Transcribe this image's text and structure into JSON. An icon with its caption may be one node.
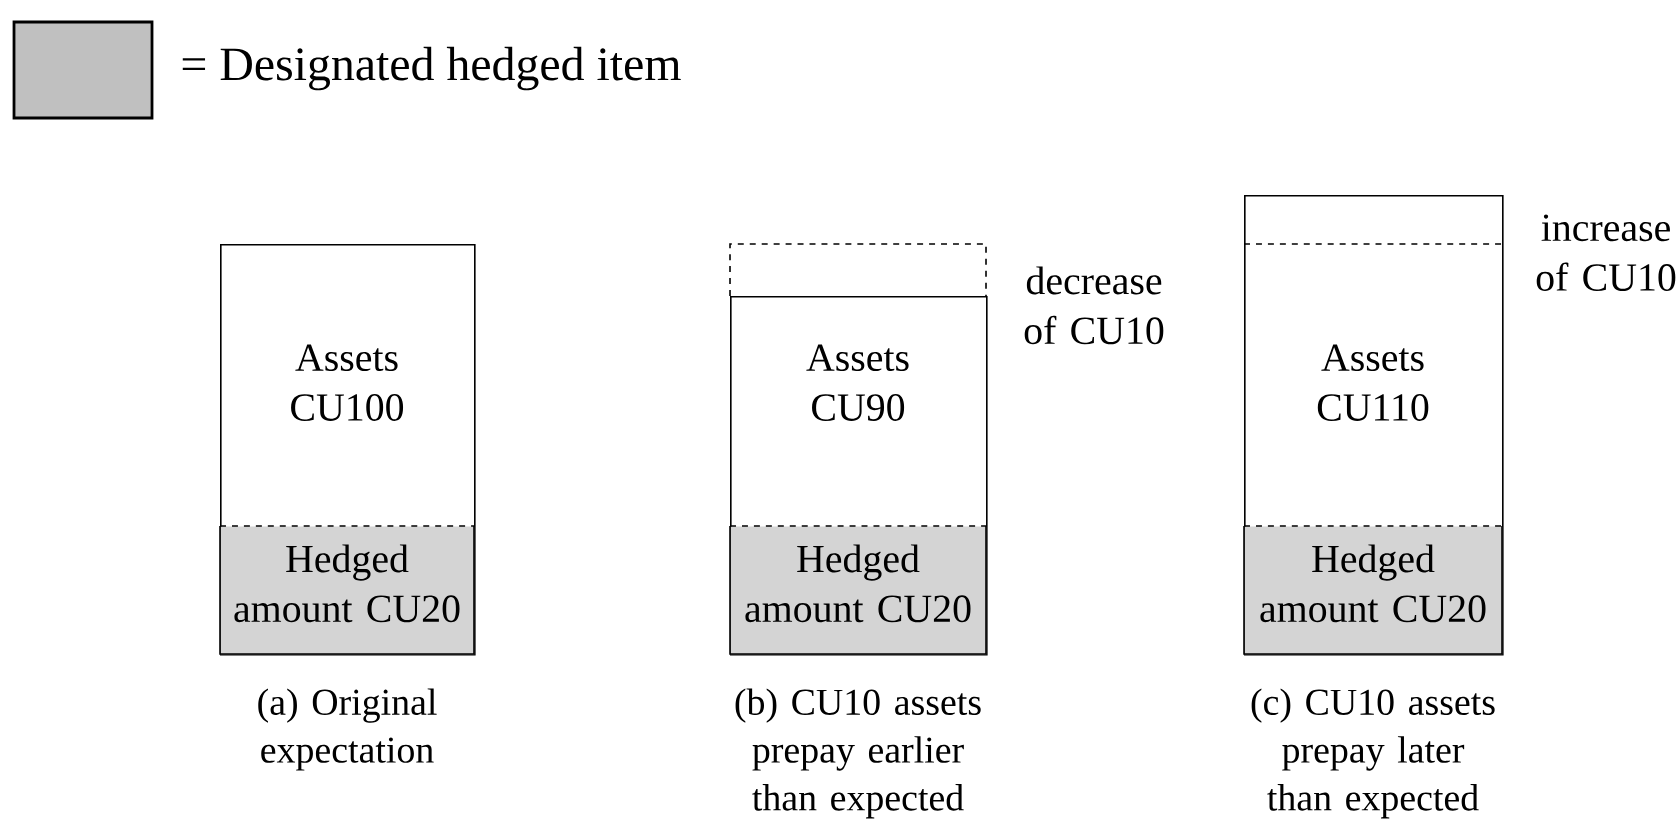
{
  "diagram": {
    "nodes": [
      {
        "text": [
          "Assets CU100"
        ],
        "beside": [
          "(a) Original expectation"
        ]
      },
      {
        "text": [
          "Hedged amount CU20"
        ],
        "in": 0
      },
      {
        "text": [
          "Assets CU90"
        ],
        "beside": [
          "(b) CU10 assets prepay earlier than expected"
        ]
      },
      {
        "text": [
          "Hedged amount CU20"
        ],
        "in": 2
      },
      {
        "text": [
          "Assets CU110"
        ],
        "beside": [
          "(c) CU10 assets prepay later than expected"
        ]
      },
      {
        "text": [
          "Hedged amount CU20"
        ],
        "in": 4
      }
    ],
    "edges": [],
    "labels": [
      "decrease of CU10",
      "increase of CU10"
    ],
    "legend": [
      {
        "text": "= Designated hedged item",
        "color": "#c0c0c0"
      }
    ]
  }
}
